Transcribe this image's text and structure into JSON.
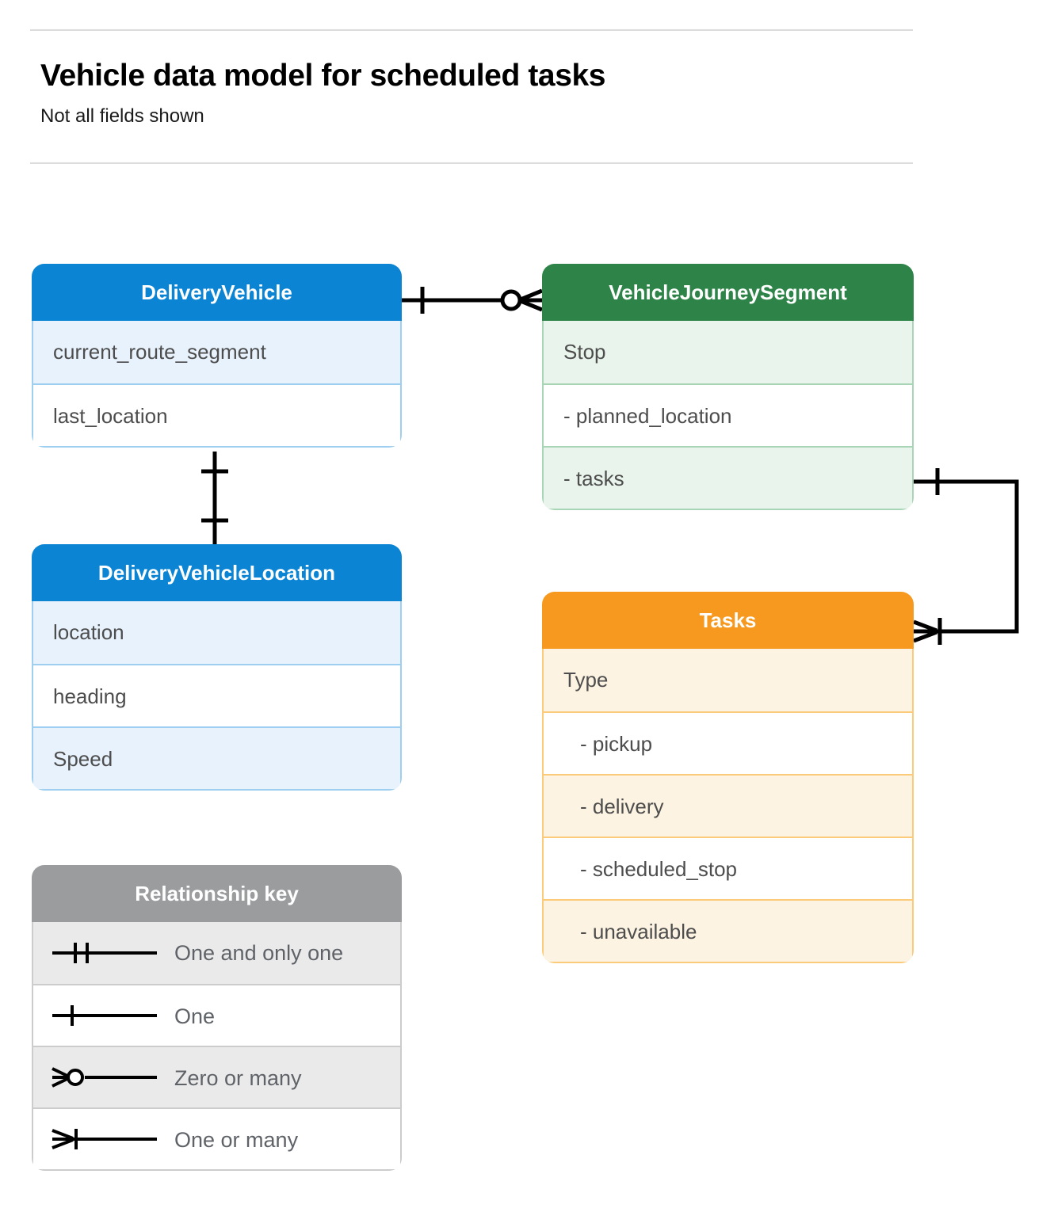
{
  "header": {
    "title": "Vehicle data model for scheduled tasks",
    "subtitle": "Not all fields shown"
  },
  "colors": {
    "blue_header": "#0b84d4",
    "blue_row": "#e7f2fc",
    "blue_border": "#9ecff0",
    "green_header": "#2e8448",
    "green_row": "#e9f4ec",
    "green_border": "#a8d5b5",
    "orange_header": "#f7991e",
    "orange_row": "#fdf3e2",
    "orange_border": "#fbcb7a",
    "gray_header": "#9a9c9e",
    "gray_row": "#eaeaea",
    "gray_border": "#cccccc",
    "connector": "#000000",
    "text": "#4d4d4d",
    "rule": "#dcdcdc"
  },
  "entities": {
    "delivery_vehicle": {
      "title": "DeliveryVehicle",
      "rows": [
        {
          "label": "current_route_segment"
        },
        {
          "label": "last_location"
        }
      ]
    },
    "delivery_vehicle_location": {
      "title": "DeliveryVehicleLocation",
      "rows": [
        {
          "label": "location"
        },
        {
          "label": "heading"
        },
        {
          "label": "Speed"
        }
      ]
    },
    "vehicle_journey_segment": {
      "title": "VehicleJourneySegment",
      "rows": [
        {
          "label": "Stop"
        },
        {
          "label": "-  planned_location"
        },
        {
          "label": "- tasks"
        }
      ]
    },
    "tasks": {
      "title": "Tasks",
      "rows": [
        {
          "label": "Type"
        },
        {
          "label": "-  pickup"
        },
        {
          "label": "-  delivery"
        },
        {
          "label": "-  scheduled_stop"
        },
        {
          "label": "-  unavailable"
        }
      ]
    }
  },
  "relationship_key": {
    "title": "Relationship key",
    "items": [
      {
        "label": "One and only one",
        "symbol": "one-and-only-one"
      },
      {
        "label": "One",
        "symbol": "one"
      },
      {
        "label": "Zero or many",
        "symbol": "zero-or-many"
      },
      {
        "label": "One or many",
        "symbol": "one-or-many"
      }
    ]
  },
  "connectors": [
    {
      "name": "delivery-vehicle-to-journey-segment",
      "from": "DeliveryVehicle",
      "to": "VehicleJourneySegment",
      "from_cardinality": "one",
      "to_cardinality": "zero-or-many"
    },
    {
      "name": "delivery-vehicle-to-vehicle-location",
      "from": "DeliveryVehicle",
      "to": "DeliveryVehicleLocation",
      "from_cardinality": "one",
      "to_cardinality": "one"
    },
    {
      "name": "journey-segment-tasks-to-tasks",
      "from": "VehicleJourneySegment.tasks",
      "to": "Tasks",
      "from_cardinality": "one",
      "to_cardinality": "one-or-many"
    }
  ]
}
